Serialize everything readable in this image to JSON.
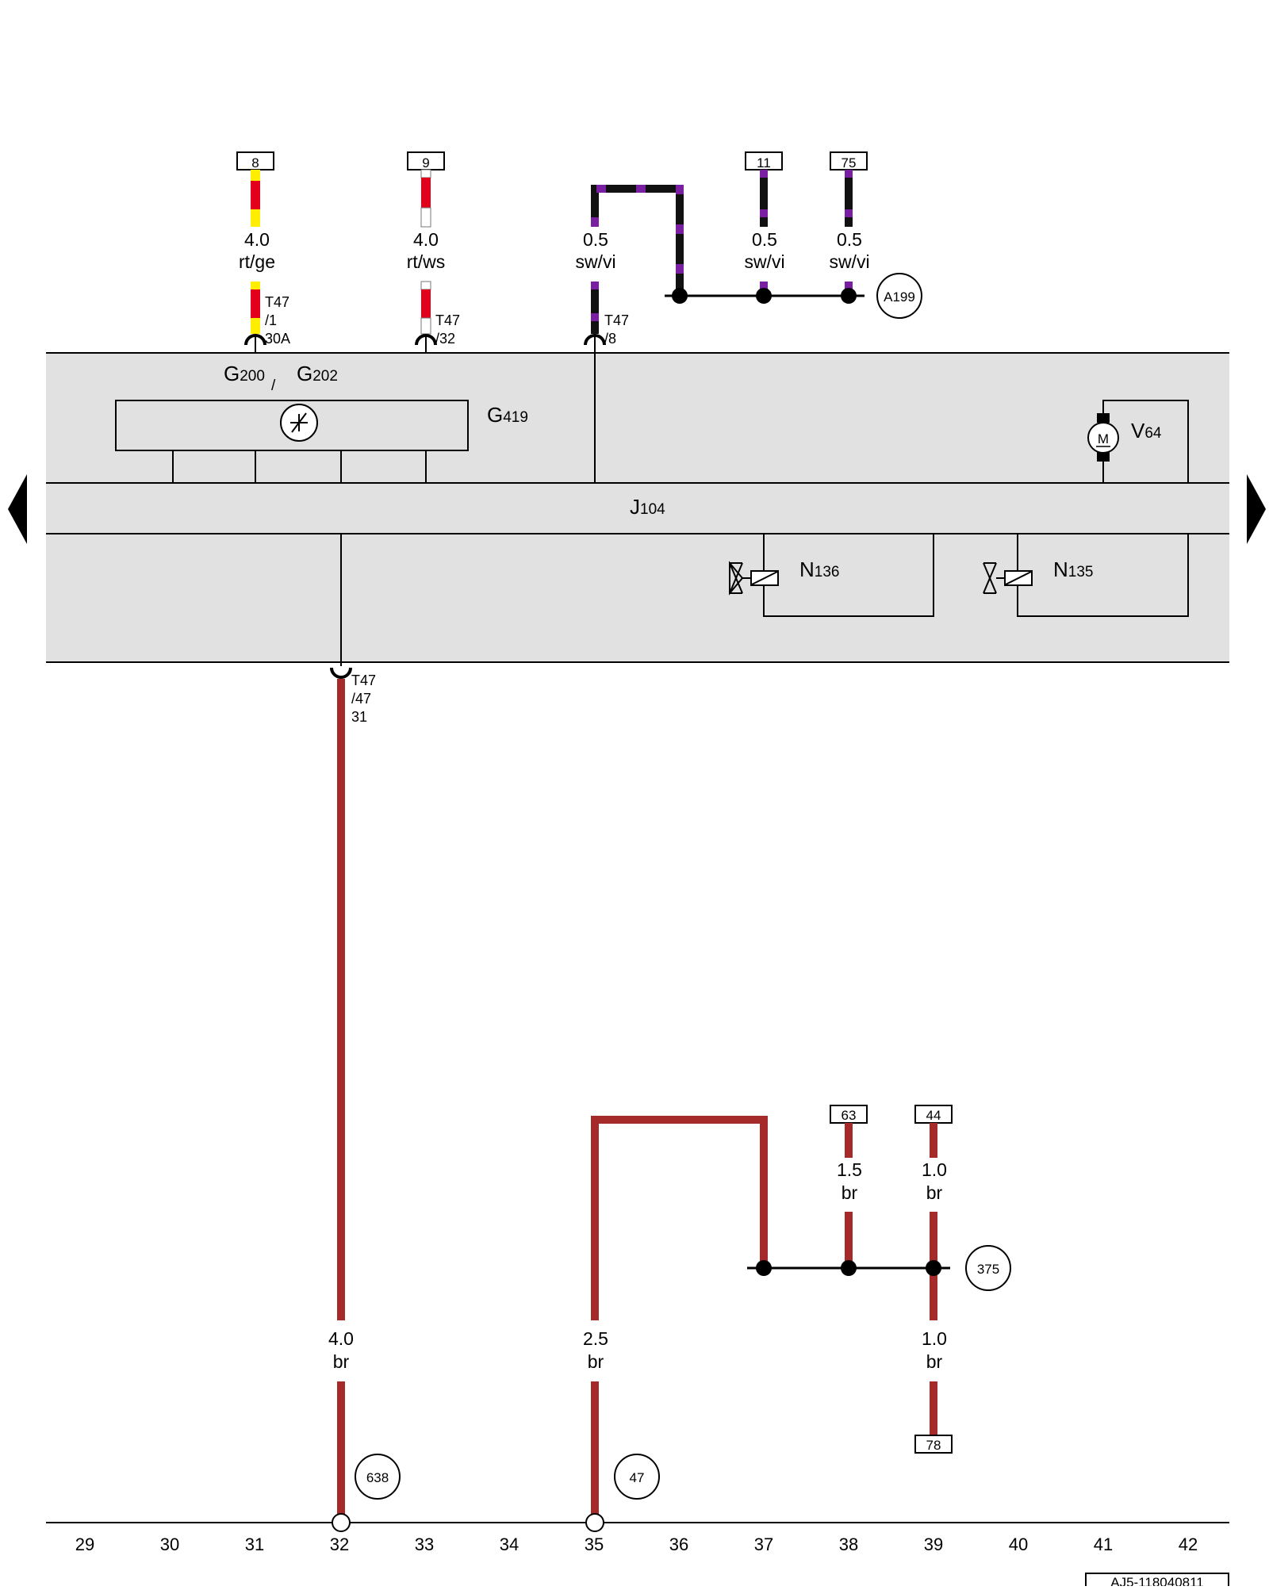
{
  "colors": {
    "red": "#e3001b",
    "yellow": "#ffee00",
    "white": "#ffffff",
    "black": "#111111",
    "violet": "#7a1fa2",
    "brown": "#a52a2a",
    "module_fill": "#e1e1e1"
  },
  "top_terminals": [
    {
      "id": "8",
      "section": "4.0",
      "color": "rt/ge",
      "pin": [
        "T47",
        "/1",
        "30A"
      ]
    },
    {
      "id": "9",
      "section": "4.0",
      "color": "rt/ws",
      "pin": [
        "T47",
        "/32"
      ]
    },
    {
      "section": "0.5",
      "color": "sw/vi",
      "pin": [
        "T47",
        "/8"
      ]
    },
    {
      "id": "11",
      "section": "0.5",
      "color": "sw/vi"
    },
    {
      "id": "75",
      "section": "0.5",
      "color": "sw/vi"
    }
  ],
  "connection_top": "A199",
  "components": {
    "g200": {
      "letter": "G",
      "number": "200"
    },
    "slash": "/",
    "g202": {
      "letter": "G",
      "number": "202"
    },
    "g419": {
      "letter": "G",
      "number": "419"
    },
    "v64": {
      "letter": "V",
      "number": "64"
    },
    "motor_symbol": "M",
    "j104": {
      "letter": "J",
      "number": "104"
    },
    "n136": {
      "letter": "N",
      "number": "136"
    },
    "n135": {
      "letter": "N",
      "number": "135"
    }
  },
  "ground_pin": [
    "T47",
    "/47",
    "31"
  ],
  "ground_wires": [
    {
      "section": "4.0",
      "color": "br"
    },
    {
      "section": "2.5",
      "color": "br"
    },
    {
      "id": "63",
      "section": "1.5",
      "color": "br"
    },
    {
      "id": "44",
      "section": "1.0",
      "color": "br"
    },
    {
      "id": "78",
      "section": "1.0",
      "color": "br"
    }
  ],
  "connection_bottom": "375",
  "ground_points": [
    "638",
    "47"
  ],
  "current_track": [
    "29",
    "30",
    "31",
    "32",
    "33",
    "34",
    "35",
    "36",
    "37",
    "38",
    "39",
    "40",
    "41",
    "42"
  ],
  "doc_code": "AJ5-118040811"
}
